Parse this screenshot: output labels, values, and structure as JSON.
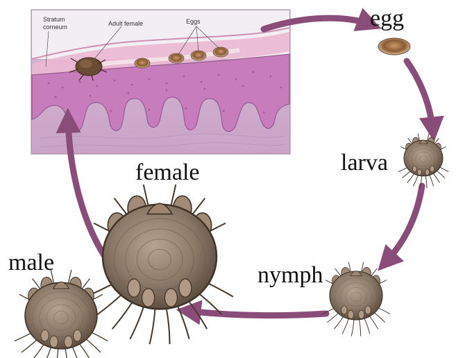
{
  "inset": {
    "labels": {
      "stratum_corneum": [
        "Stratum",
        "corneum"
      ],
      "adult_female": "Adult female",
      "eggs": "Eggs"
    }
  },
  "stages": {
    "egg": "egg",
    "larva": "larva",
    "nymph": "nymph",
    "female": "female",
    "male": "male"
  },
  "colors": {
    "arrow": "#8a4d79",
    "mite_body": "#8c7a68",
    "mite_outline": "#3f3227",
    "dermis": "#d7b9d3",
    "epidermis": "#b978b0",
    "stratum_corneum": "#e8b6cf"
  }
}
